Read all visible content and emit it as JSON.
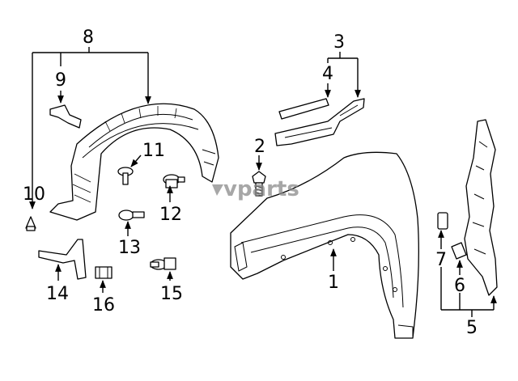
{
  "callouts": {
    "c1": "1",
    "c2": "2",
    "c3": "3",
    "c4": "4",
    "c5": "5",
    "c6": "6",
    "c7": "7",
    "c8": "8",
    "c9": "9",
    "c10": "10",
    "c11": "11",
    "c12": "12",
    "c13": "13",
    "c14": "14",
    "c15": "15",
    "c16": "16"
  },
  "watermark": {
    "text": "vparts",
    "color": "#8a8a8a"
  },
  "colors": {
    "line": "#000000",
    "background": "#ffffff"
  }
}
